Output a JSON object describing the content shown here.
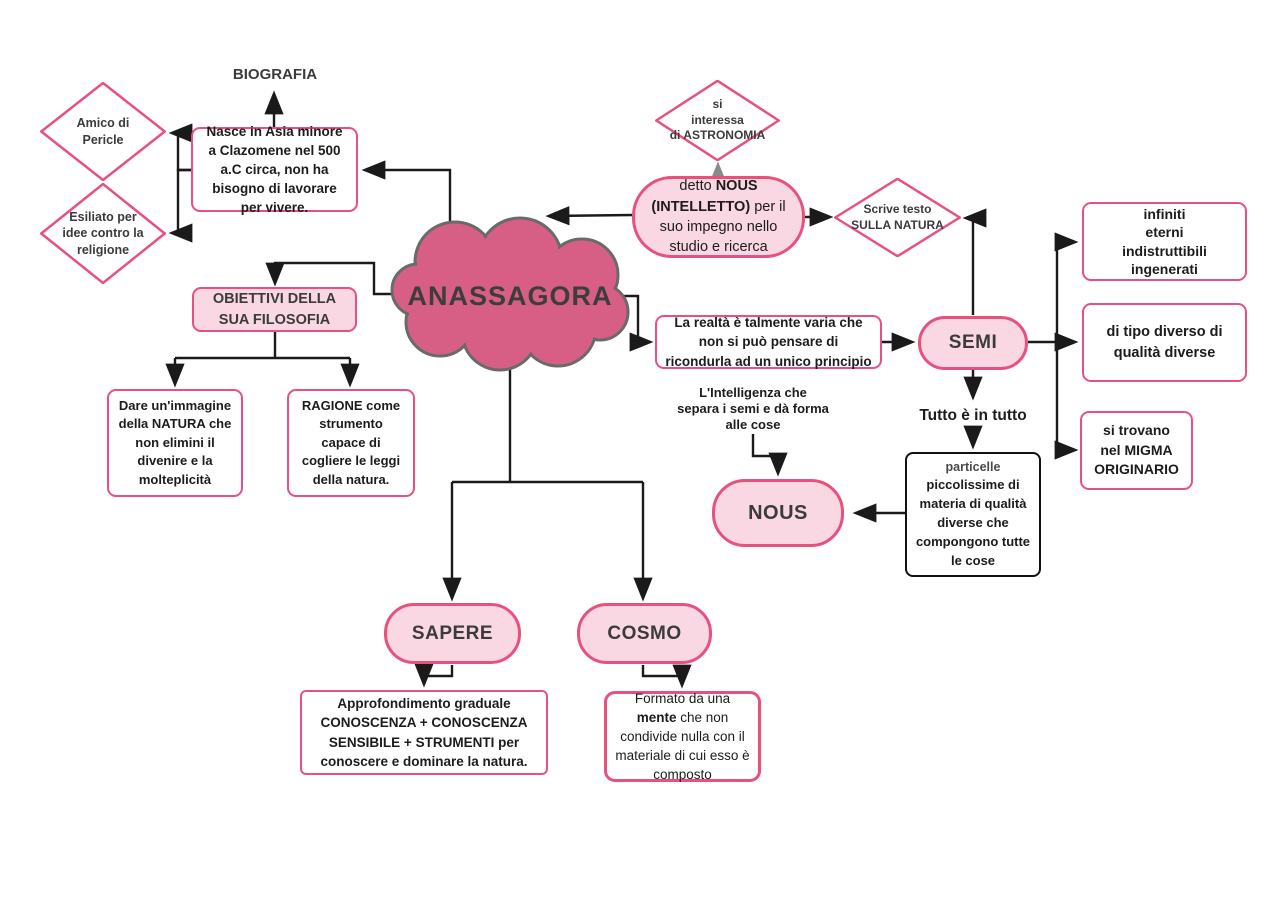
{
  "title": "Mappa concettuale: Anassagora",
  "colors": {
    "pink_border": "#E8517E",
    "pink_fill": "#F9D7E3",
    "cloud_fill": "#D75F86",
    "cloud_stroke": "#6A6A6A",
    "arrow": "#1A1A1A",
    "arrow_gray": "#8A8A8A",
    "heading_text": "#3B3B3B",
    "body_text": "#1C1C1C",
    "black_border": "#111111"
  },
  "nodes": {
    "anassagora": {
      "label": "ANASSAGORA"
    },
    "biografia": {
      "label": "BIOGRAFIA"
    },
    "amico": {
      "label": "Amico di\nPericle"
    },
    "esiliato": {
      "label": "Esiliato per\nidee contro la\nreligione"
    },
    "nascita": {
      "label": "Nasce in Asia minore a Clazomene nel  500 a.C circa, non ha bisogno di lavorare per vivere."
    },
    "astronomia": {
      "label": "si\ninteressa\ndi ASTRONOMIA"
    },
    "detto_nous": {
      "parts": [
        "detto ",
        "NOUS (INTELLETTO)",
        " per il suo impegno nello studio e ricerca"
      ]
    },
    "scrive": {
      "label": "Scrive testo\nSULLA NATURA"
    },
    "obiettivi": {
      "label": "OBIETTIVI DELLA\nSUA FILOSOFIA"
    },
    "dare_immagine": {
      "label": "Dare un'immagine della NATURA che non elimini il divenire e la molteplicità"
    },
    "ragione": {
      "label": "RAGIONE come strumento capace di cogliere le leggi della natura."
    },
    "realta": {
      "label": "La realtà è talmente varia che non si può pensare di ricondurla ad un unico principio"
    },
    "semi": {
      "label": "SEMI"
    },
    "infiniti": {
      "label": "infiniti\neterni\nindistruttibili\ningenerati"
    },
    "tipo_diverso": {
      "label": "di tipo diverso di\nqualità diverse"
    },
    "migma": {
      "label": "si trovano\nnel MIGMA\nORIGINARIO"
    },
    "tutto": {
      "label": "Tutto è in tutto"
    },
    "particelle": {
      "title": "particelle",
      "body": "piccolissime di materia di qualità diverse che compongono tutte le cose"
    },
    "intelligenza": {
      "label": "L'Intelligenza che\nsepara i semi e dà forma\nalle cose"
    },
    "nous": {
      "label": "NOUS"
    },
    "sapere": {
      "label": "SAPERE"
    },
    "cosmo": {
      "label": "COSMO"
    },
    "approfondimento": {
      "label": "Approfondimento graduale CONOSCENZA + CONOSCENZA SENSIBILE + STRUMENTI per conoscere e dominare la natura."
    },
    "formato": {
      "parts": [
        "Formato da una ",
        "mente",
        " che non condivide nulla con il materiale di cui esso è composto"
      ]
    }
  }
}
